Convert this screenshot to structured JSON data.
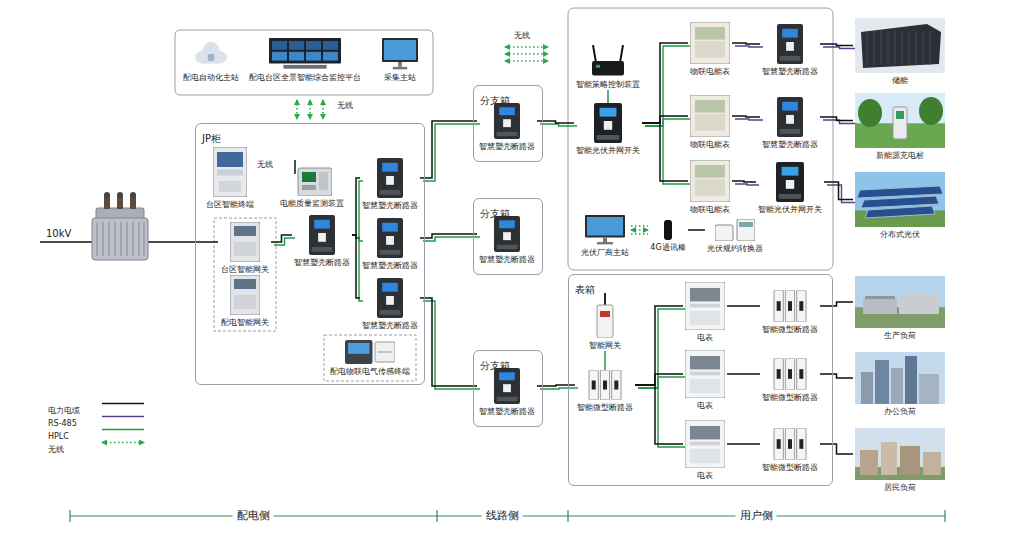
{
  "diagram": {
    "nodes": [
      {
        "text": [
          "配电自动化主站"
        ]
      },
      {
        "text": [
          "配电台区全景智能综合监控平台"
        ]
      },
      {
        "text": [
          "采集主站"
        ]
      },
      {
        "text": [
          "JP柜"
        ]
      },
      {
        "text": [
          "台区智能终端"
        ],
        "in": 3
      },
      {
        "text": [
          "电能质量监测装置"
        ],
        "in": 3
      },
      {
        "text": [
          "台区智能网关"
        ],
        "in": 3
      },
      {
        "text": [
          "配电智能网关"
        ],
        "in": 3
      },
      {
        "text": [
          "智慧塑壳断路器"
        ],
        "in": 3
      },
      {
        "text": [
          "智慧塑壳断路器"
        ],
        "in": 3
      },
      {
        "text": [
          "智慧塑壳断路器"
        ],
        "in": 3
      },
      {
        "text": [
          "智慧塑壳断路器"
        ],
        "in": 3
      },
      {
        "text": [
          "配电物联电气传感终端"
        ],
        "in": 3
      },
      {
        "text": [
          "分支箱"
        ]
      },
      {
        "text": [
          "智慧塑壳断路器"
        ],
        "in": 13
      },
      {
        "text": [
          "分支箱"
        ]
      },
      {
        "text": [
          "智慧塑壳断路器"
        ],
        "in": 15
      },
      {
        "text": [
          "分支箱"
        ]
      },
      {
        "text": [
          "智慧塑壳断路器"
        ],
        "in": 17
      },
      {
        "text": [
          "智能策略控制装置"
        ]
      },
      {
        "text": [
          "智能光伏并网开关"
        ]
      },
      {
        "text": [
          "物联电能表"
        ]
      },
      {
        "text": [
          "智慧塑壳断路器"
        ]
      },
      {
        "text": [
          "物联电能表"
        ]
      },
      {
        "text": [
          "智慧塑壳断路器"
        ]
      },
      {
        "text": [
          "物联电能表"
        ]
      },
      {
        "text": [
          "智能光伏并网开关"
        ]
      },
      {
        "text": [
          "光伏厂商主站"
        ]
      },
      {
        "text": [
          "4G通讯棒"
        ]
      },
      {
        "text": [
          "光伏规约转换器"
        ]
      },
      {
        "text": [
          "储能"
        ]
      },
      {
        "text": [
          "新能源充电桩"
        ]
      },
      {
        "text": [
          "分布式光伏"
        ]
      },
      {
        "text": [
          "表箱"
        ]
      },
      {
        "text": [
          "智能网关"
        ],
        "in": 33
      },
      {
        "text": [
          "智能微型断路器"
        ],
        "in": 33
      },
      {
        "text": [
          "电表"
        ],
        "in": 33
      },
      {
        "text": [
          "智能微型断路器"
        ],
        "in": 33
      },
      {
        "text": [
          "电表"
        ],
        "in": 33
      },
      {
        "text": [
          "智能微型断路器"
        ],
        "in": 33
      },
      {
        "text": [
          "电表"
        ],
        "in": 33
      },
      {
        "text": [
          "智能微型断路器"
        ],
        "in": 33
      },
      {
        "text": [
          "生产负荷"
        ]
      },
      {
        "text": [
          "办公负荷"
        ]
      },
      {
        "text": [
          "居民负荷"
        ]
      }
    ],
    "edges": [
      {
        "from": 6,
        "to": 8,
        "arrow": "none"
      },
      {
        "from": 8,
        "to": 9,
        "arrow": "none"
      },
      {
        "from": 8,
        "to": 10,
        "arrow": "none"
      },
      {
        "from": 8,
        "to": 11,
        "arrow": "none"
      },
      {
        "from": 9,
        "to": 14,
        "arrow": "none"
      },
      {
        "from": 10,
        "to": 16,
        "arrow": "none"
      },
      {
        "from": 11,
        "to": 18,
        "arrow": "none"
      },
      {
        "from": 14,
        "to": 20,
        "arrow": "none"
      },
      {
        "from": 19,
        "to": 20,
        "arrow": "none"
      },
      {
        "from": 20,
        "to": 21,
        "arrow": "none"
      },
      {
        "from": 20,
        "to": 23,
        "arrow": "none"
      },
      {
        "from": 20,
        "to": 25,
        "arrow": "none"
      },
      {
        "from": 21,
        "to": 22,
        "arrow": "none"
      },
      {
        "from": 23,
        "to": 24,
        "arrow": "none"
      },
      {
        "from": 25,
        "to": 26,
        "arrow": "none"
      },
      {
        "from": 22,
        "to": 30,
        "arrow": "none"
      },
      {
        "from": 24,
        "to": 31,
        "arrow": "none"
      },
      {
        "from": 26,
        "to": 32,
        "arrow": "none"
      },
      {
        "from": 27,
        "to": 28,
        "arrow": "both"
      },
      {
        "from": 28,
        "to": 29,
        "arrow": "none"
      },
      {
        "from": 18,
        "to": 35,
        "arrow": "none"
      },
      {
        "from": 34,
        "to": 35,
        "arrow": "none"
      },
      {
        "from": 35,
        "to": 36,
        "arrow": "none"
      },
      {
        "from": 35,
        "to": 38,
        "arrow": "none"
      },
      {
        "from": 35,
        "to": 40,
        "arrow": "none"
      },
      {
        "from": 36,
        "to": 37,
        "arrow": "none"
      },
      {
        "from": 38,
        "to": 39,
        "arrow": "none"
      },
      {
        "from": 40,
        "to": 41,
        "arrow": "none"
      },
      {
        "from": 37,
        "to": 42,
        "arrow": "none"
      },
      {
        "from": 39,
        "to": 43,
        "arrow": "none"
      },
      {
        "from": 41,
        "to": 44,
        "arrow": "none"
      }
    ],
    "labels": [
      "10kV",
      "无线",
      "无线",
      "无线",
      "配电侧",
      "线路侧",
      "用户侧"
    ],
    "legend": [
      {
        "text": "电力电缆"
      },
      {
        "text": "RS-485"
      },
      {
        "text": "HPLC"
      },
      {
        "text": "无线"
      }
    ]
  }
}
